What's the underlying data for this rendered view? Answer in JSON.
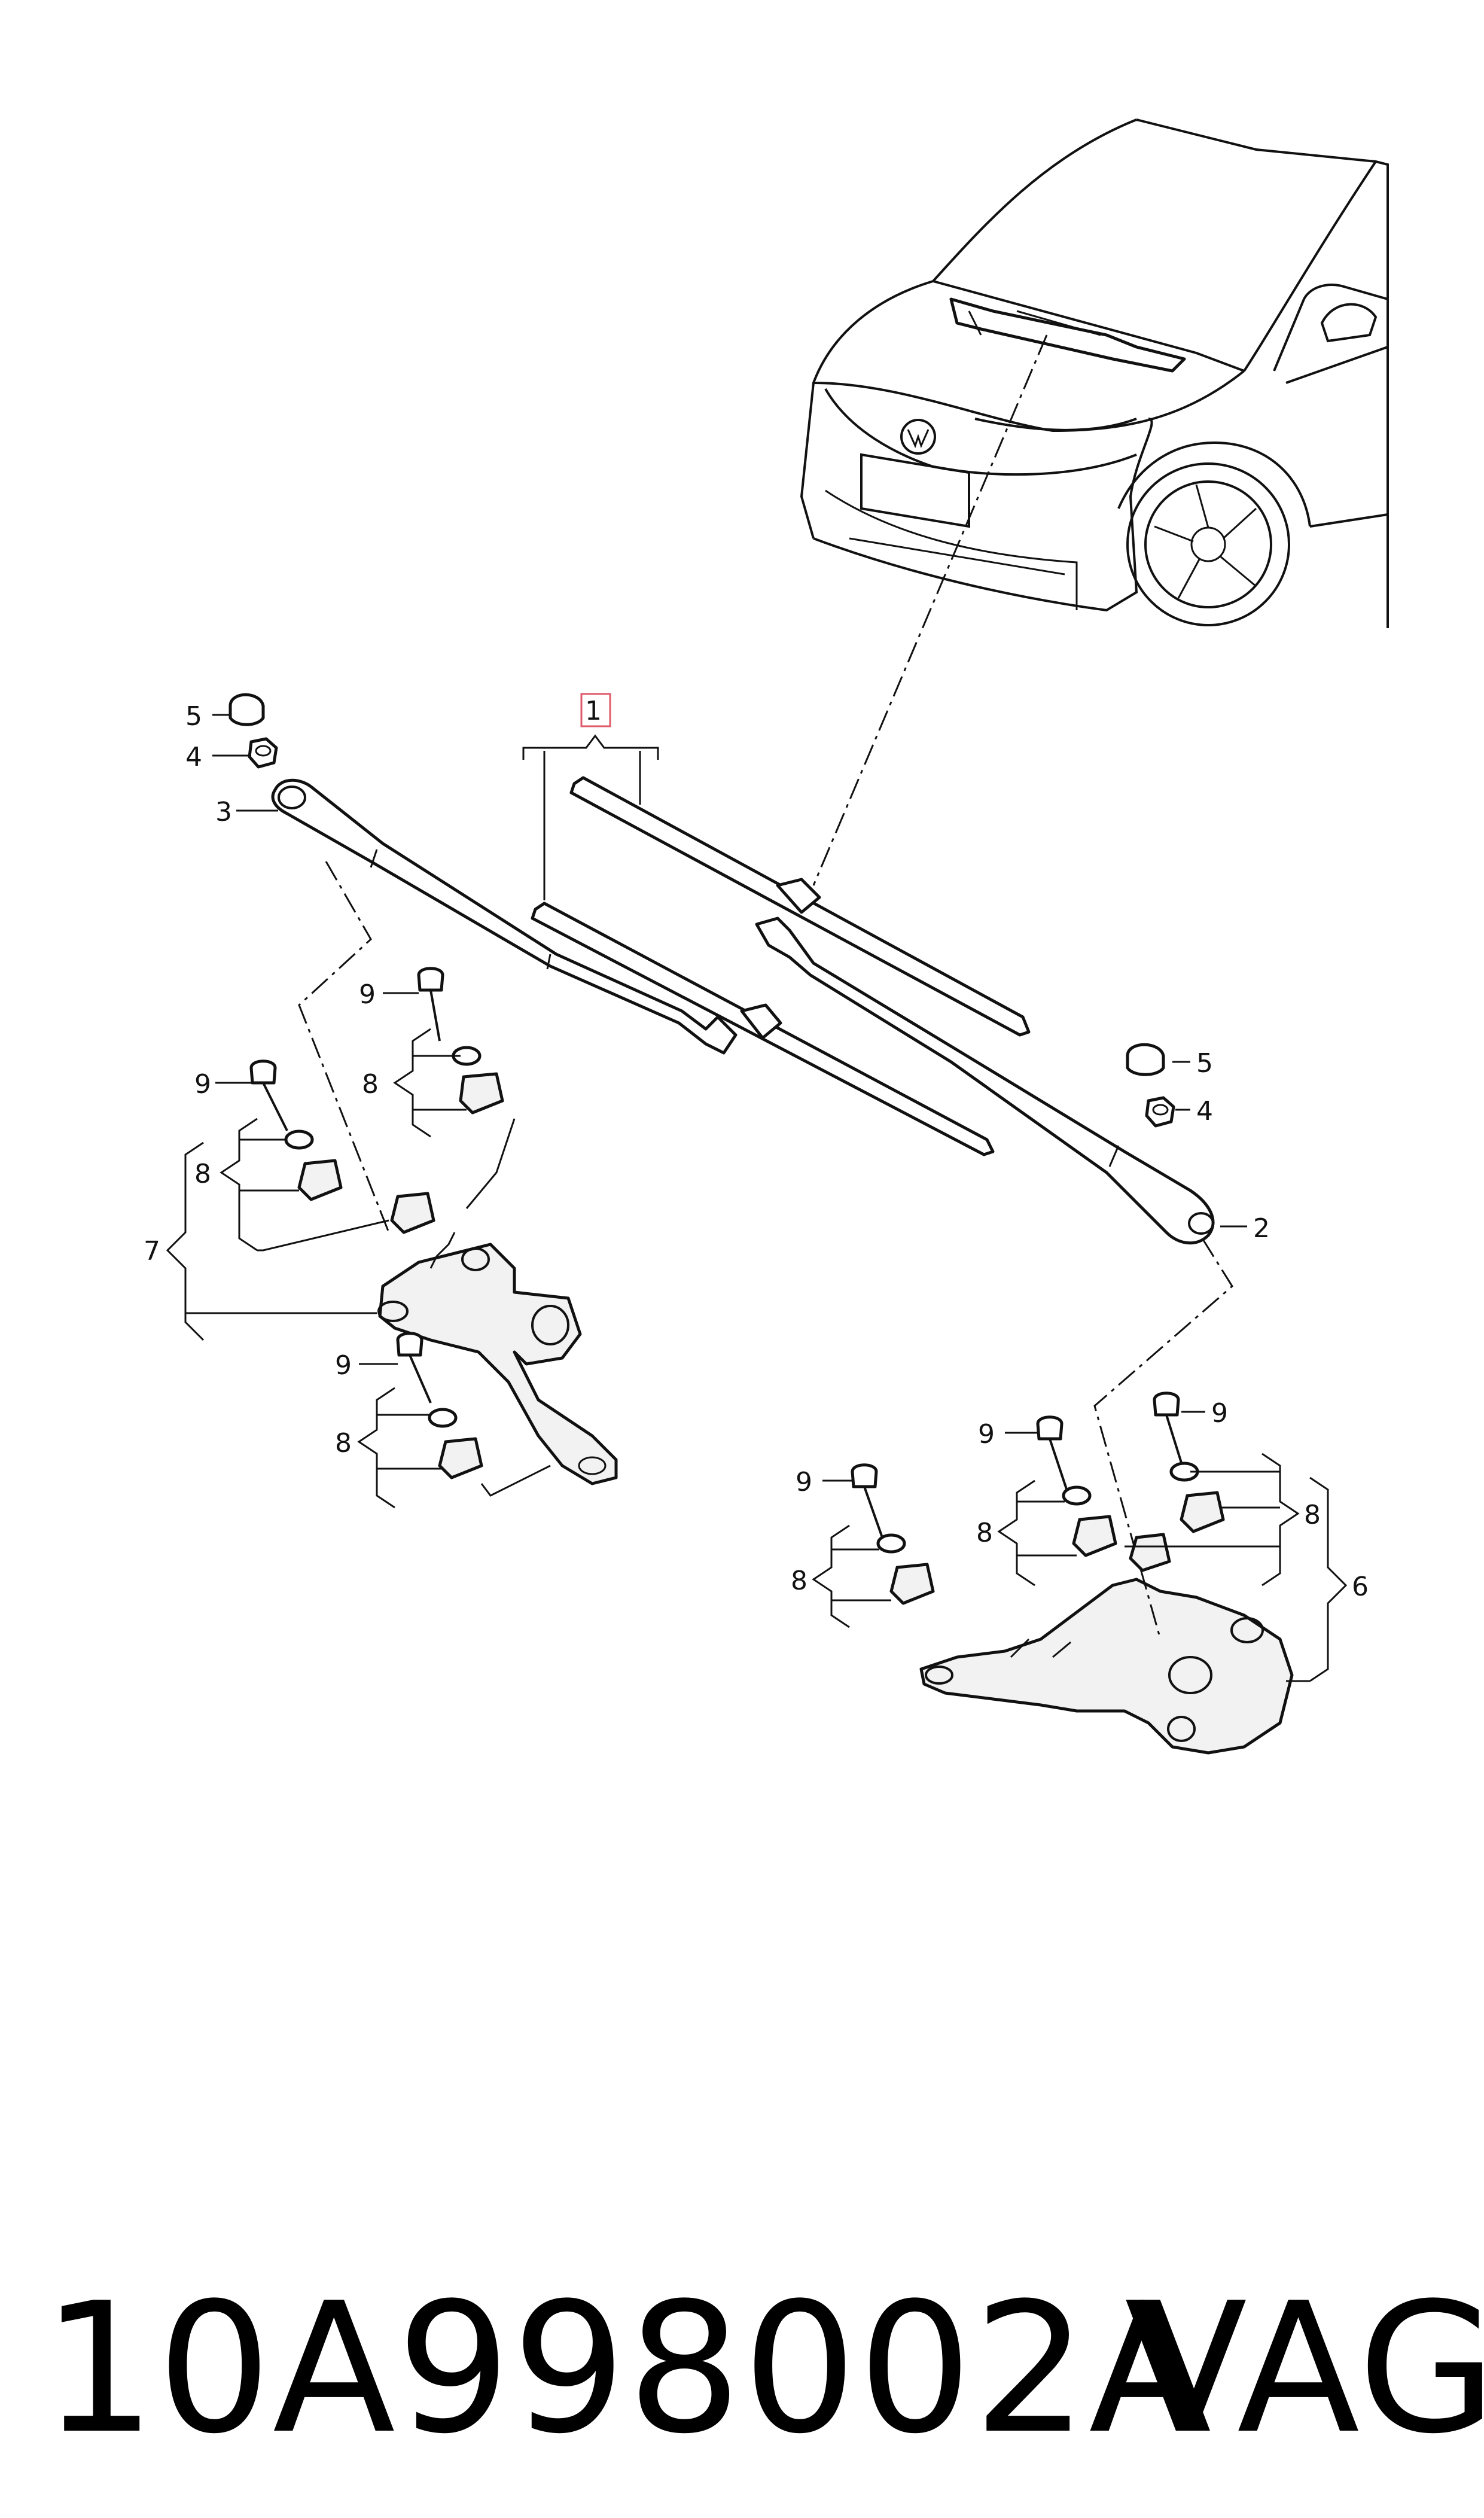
{
  "callouts": {
    "c1": "1",
    "c2": "2",
    "c3": "3",
    "c4": "4",
    "c5": "5",
    "c6": "6",
    "c7": "7",
    "c8": "8",
    "c9": "9"
  },
  "footer": {
    "part_number": "10A998002A",
    "brand": "VAG"
  },
  "colors": {
    "highlight_box": "#e05a6a",
    "ink": "#111111"
  }
}
